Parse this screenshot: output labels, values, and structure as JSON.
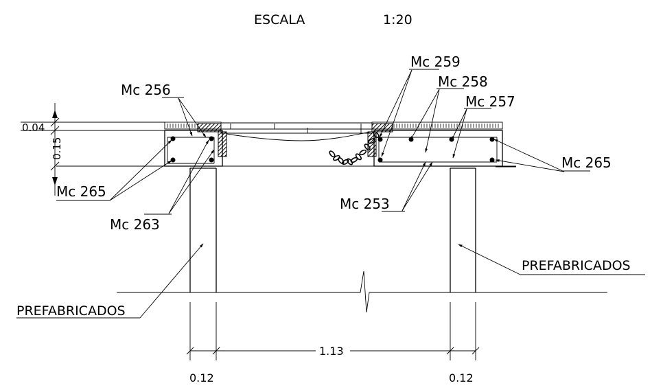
{
  "header": {
    "scale_label": "ESCALA",
    "scale_value": "1:20"
  },
  "dimensions": {
    "top_height": "0.04",
    "slab_thickness": "0.15",
    "span": "1.13",
    "beam_left_width": "0.12",
    "beam_right_width": "0.12"
  },
  "labels": {
    "mc256": "Mc  256",
    "mc259": "Mc  259",
    "mc258": "Mc  258",
    "mc257": "Mc  257",
    "mc265_left": "Mc  265",
    "mc265_right": "Mc  265",
    "mc263": "Mc  263",
    "mc253": "Mc  253",
    "prefab_left": "PREFABRICADOS",
    "prefab_right": "PREFABRICADOS"
  }
}
